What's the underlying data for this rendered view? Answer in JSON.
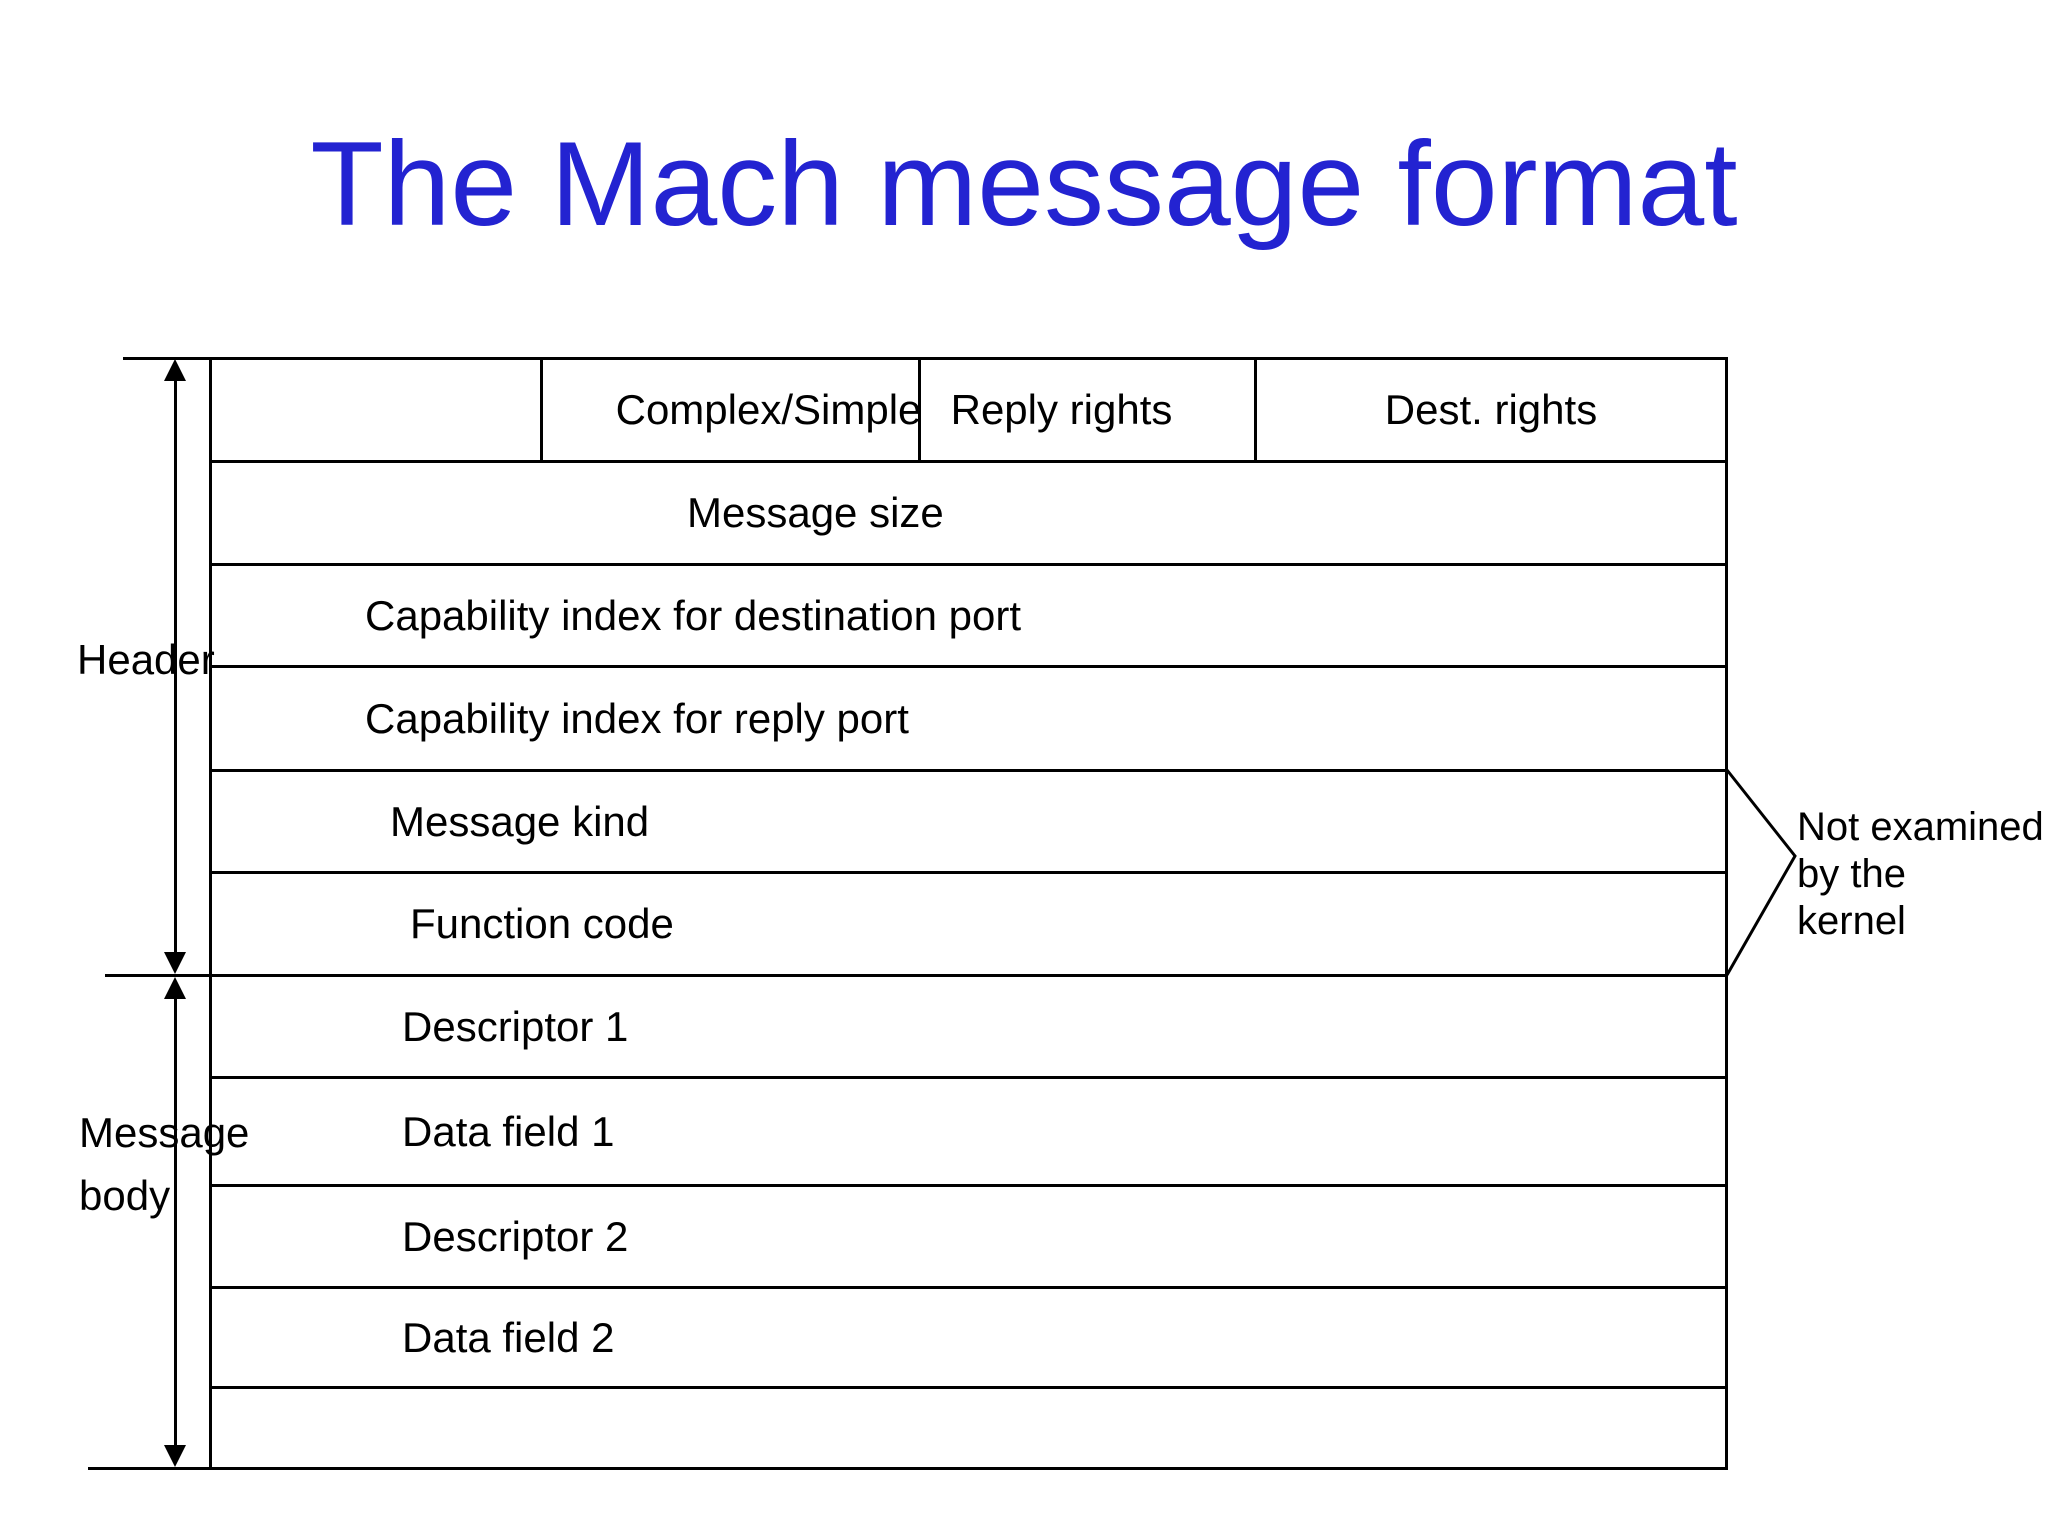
{
  "title": {
    "text": "The Mach message format"
  },
  "colors": {
    "title_blue": "#2323D1",
    "line_color": "#000000",
    "background": "#FFFFFF",
    "text_color": "#000000"
  },
  "diagram": {
    "header_cells": [
      {
        "label": ""
      },
      {
        "label": "Complex/Simple"
      },
      {
        "label": "Reply rights"
      },
      {
        "label": "Dest. rights"
      }
    ],
    "rows": [
      {
        "label": "Message size"
      },
      {
        "label": "Capability index for destination port"
      },
      {
        "label": "Capability index for reply port"
      },
      {
        "label": "Message kind"
      },
      {
        "label": "Function code"
      },
      {
        "label": "Descriptor 1"
      },
      {
        "label": "Data field 1"
      },
      {
        "label": "Descriptor 2"
      },
      {
        "label": "Data field 2"
      },
      {
        "label": ""
      }
    ],
    "section_labels": {
      "header": "Header",
      "body": [
        "Message",
        "body"
      ]
    },
    "annotation_lines": [
      "Not examined",
      "by the",
      "kernel"
    ]
  }
}
